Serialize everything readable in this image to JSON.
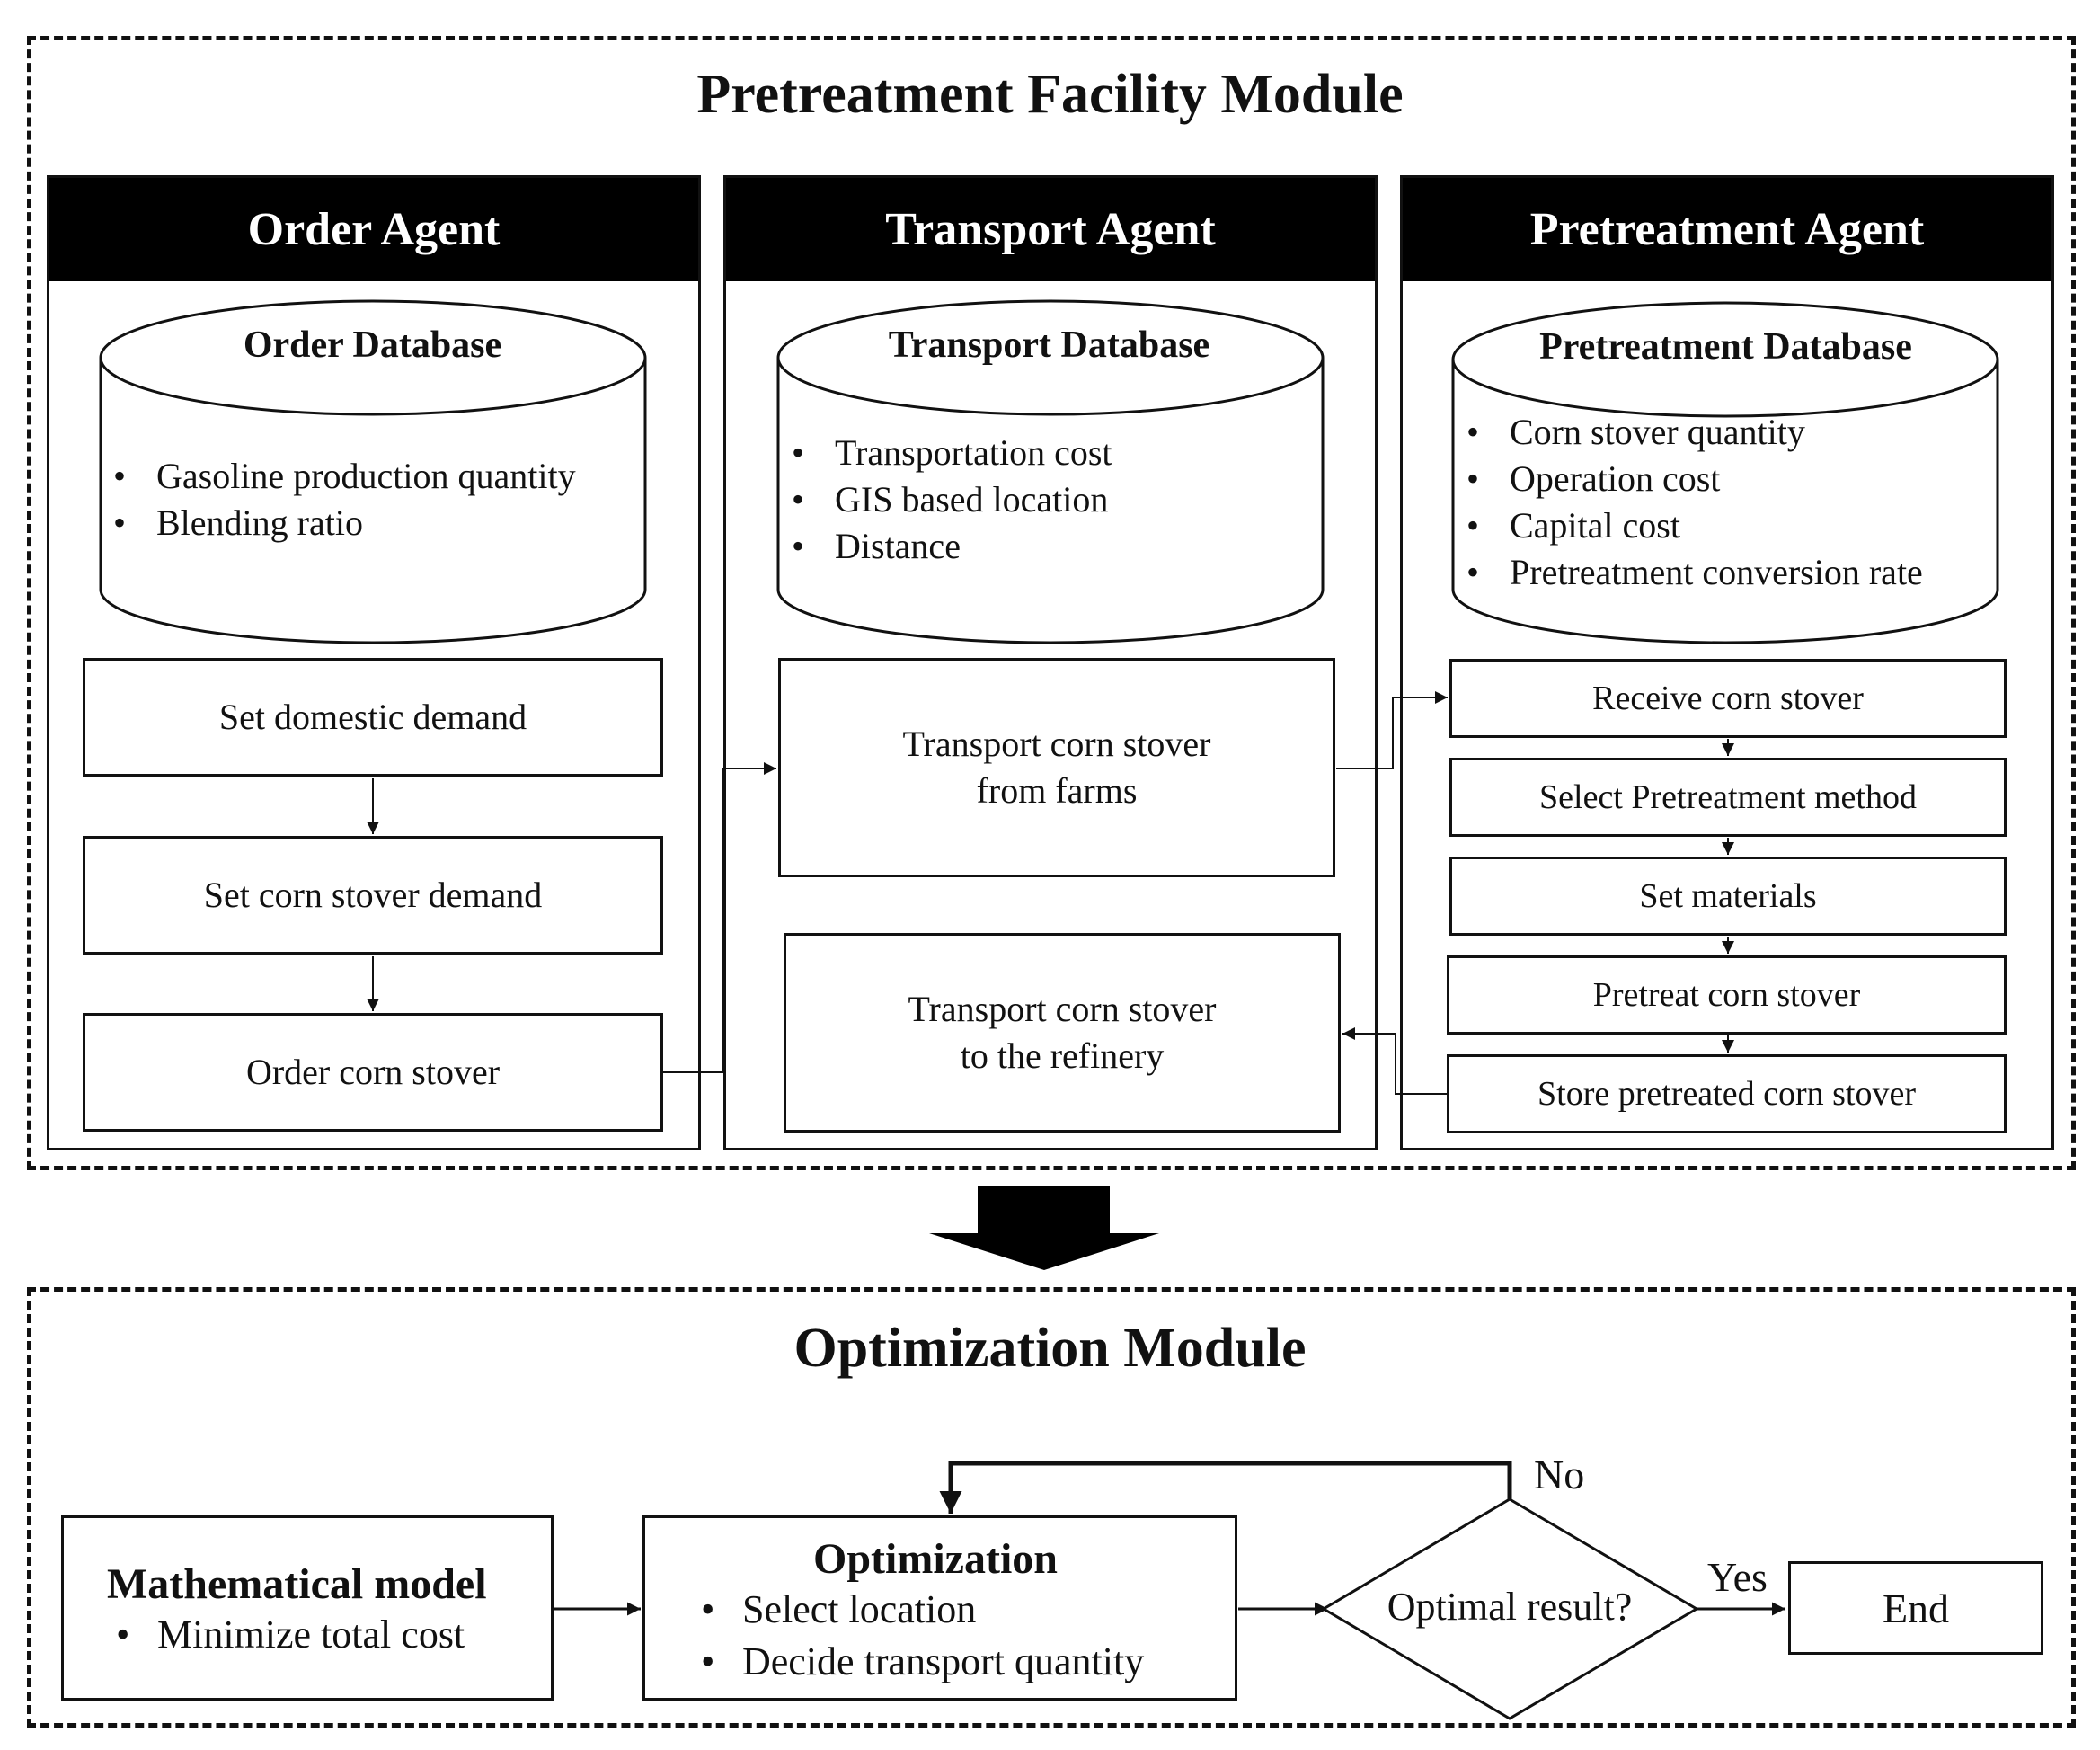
{
  "pretreatment_module": {
    "title": "Pretreatment Facility Module",
    "order_agent": {
      "header": "Order Agent",
      "db_title": "Order Database",
      "db_items": [
        "Gasoline production quantity",
        "Blending ratio"
      ],
      "steps": [
        "Set domestic demand",
        "Set corn stover demand",
        "Order corn stover"
      ]
    },
    "transport_agent": {
      "header": "Transport Agent",
      "db_title": "Transport Database",
      "db_items": [
        "Transportation cost",
        "GIS based location",
        "Distance"
      ],
      "steps": [
        "Transport corn stover\nfrom farms",
        "Transport corn stover\nto the refinery"
      ]
    },
    "pretreatment_agent": {
      "header": "Pretreatment Agent",
      "db_title": "Pretreatment Database",
      "db_items": [
        "Corn stover quantity",
        "Operation cost",
        "Capital cost",
        "Pretreatment conversion rate"
      ],
      "steps": [
        "Receive corn stover",
        "Select Pretreatment method",
        "Set materials",
        "Pretreat corn stover",
        "Store pretreated corn stover"
      ]
    }
  },
  "optimization_module": {
    "title": "Optimization Module",
    "math_model": {
      "title": "Mathematical model",
      "items": [
        "Minimize total cost"
      ]
    },
    "optimization": {
      "title": "Optimization",
      "items": [
        "Select location",
        "Decide transport quantity"
      ]
    },
    "decision": "Optimal result?",
    "no_label": "No",
    "yes_label": "Yes",
    "end_label": "End"
  }
}
